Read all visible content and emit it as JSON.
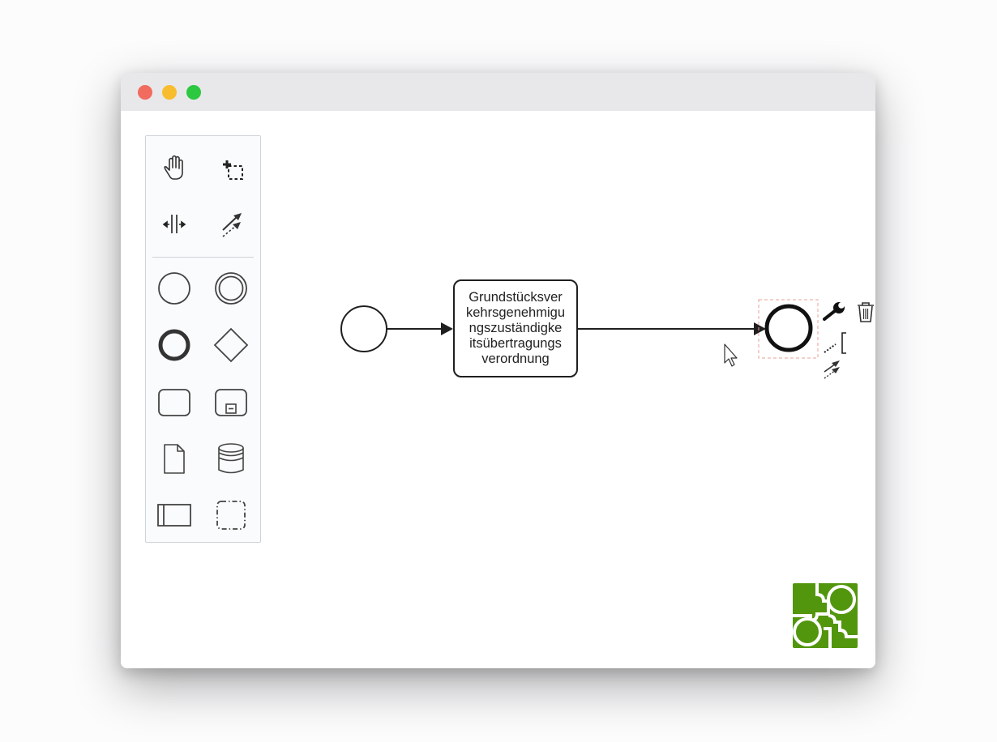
{
  "window": {
    "traffic_lights": {
      "close_color": "#f26b5f",
      "minimize_color": "#f8bd2e",
      "maximize_color": "#2bc840"
    }
  },
  "palette": {
    "tools": [
      {
        "icon": "hand-tool-icon"
      },
      {
        "icon": "lasso-tool-icon"
      },
      {
        "icon": "space-tool-icon"
      },
      {
        "icon": "global-connect-tool-icon"
      },
      {
        "icon": "start-event-icon"
      },
      {
        "icon": "intermediate-event-icon"
      },
      {
        "icon": "end-event-icon"
      },
      {
        "icon": "gateway-icon"
      },
      {
        "icon": "task-icon"
      },
      {
        "icon": "subprocess-icon"
      },
      {
        "icon": "data-object-icon"
      },
      {
        "icon": "data-store-icon"
      },
      {
        "icon": "participant-icon"
      },
      {
        "icon": "group-icon"
      }
    ]
  },
  "diagram": {
    "task_label": "Grundstücksver\nkehrsgenehmigu\nngszuständigke\nitsübertragungs\nverordnung",
    "elements": [
      "start-event",
      "sequence-flow",
      "task",
      "sequence-flow",
      "end-event"
    ]
  },
  "context_pad": {
    "actions": [
      "wrench-icon",
      "trash-icon",
      "annotation-icon",
      "connect-icon"
    ]
  },
  "branding": {
    "logo_color": "#52960e"
  }
}
